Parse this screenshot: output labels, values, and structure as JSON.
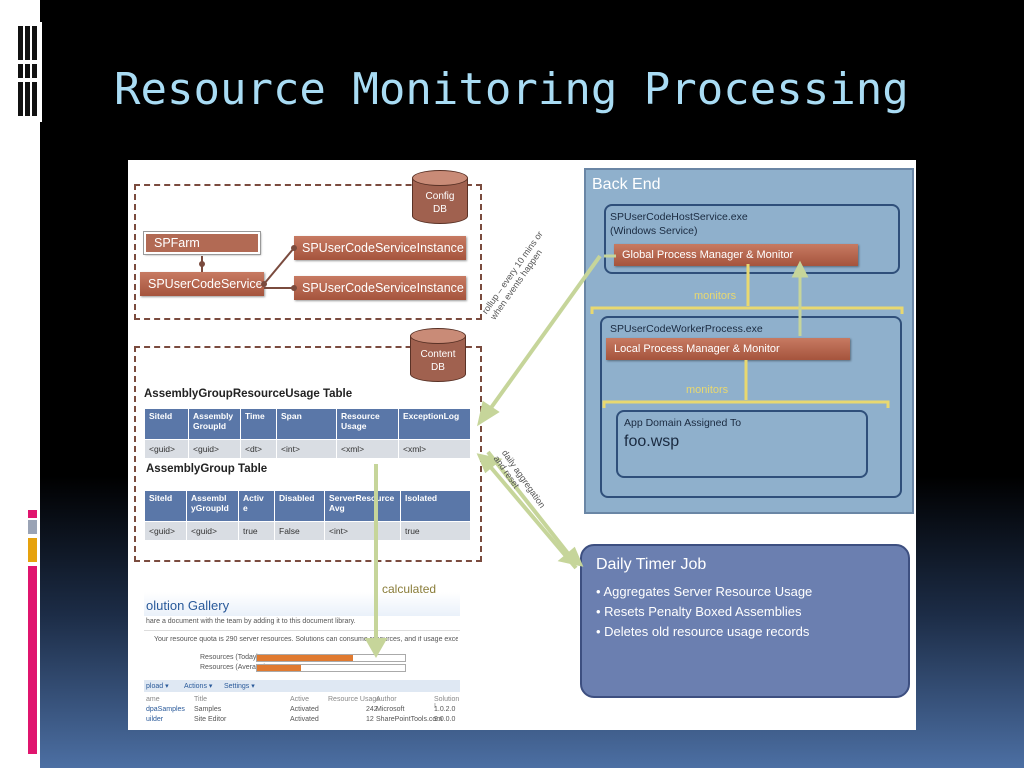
{
  "title": "Resource Monitoring Processing",
  "colors": {
    "accent_pink": "#e0156e",
    "accent_gold": "#e6a20e",
    "title": "#a9dcf4",
    "brick": "#a5543d",
    "blue": "#5a77a8"
  },
  "config": {
    "db_label_1": "Config",
    "db_label_2": "DB",
    "spfarm": "SPFarm",
    "service": "SPUserCodeService",
    "instance1": "SPUserCodeServiceInstance",
    "instance2": "SPUserCodeServiceInstance"
  },
  "content": {
    "db_label_1": "Content",
    "db_label_2": "DB",
    "table1": {
      "title": "AssemblyGroupResourceUsage Table",
      "headers": [
        "SiteId",
        "Assembly GroupId",
        "Time",
        "Span",
        "Resource Usage",
        "ExceptionLog"
      ],
      "row": [
        "<guid>",
        "<guid>",
        "<dt>",
        "<int>",
        "<xml>",
        "<xml>"
      ]
    },
    "table2": {
      "title": "AssemblyGroup Table",
      "headers": [
        "SiteId",
        "Assembl yGroupId",
        "Activ e",
        "Disabled",
        "ServerResource Avg",
        "Isolated"
      ],
      "row": [
        "<guid>",
        "<guid>",
        "true",
        "False",
        "<int>",
        "true"
      ]
    }
  },
  "arrows": {
    "rollup1": "rollup – every 10 mins or",
    "rollup2": "when events happen",
    "daily1": "daily aggregation",
    "daily2": "and reset",
    "calculated": "calculated"
  },
  "backend": {
    "title": "Back End",
    "host_line1": "SPUserCodeHostService.exe",
    "host_line2": "(Windows Service)",
    "global_pm": "Global Process Manager & Monitor",
    "monitors1": "monitors",
    "worker": "SPUserCodeWorkerProcess.exe",
    "local_pm": "Local Process Manager & Monitor",
    "monitors2": "monitors",
    "appdomain": "App Domain Assigned To",
    "wsp": "foo.wsp"
  },
  "timer": {
    "title": "Daily Timer Job",
    "items": [
      "Aggregates Server Resource Usage",
      "Resets Penalty Boxed Assemblies",
      "Deletes old resource usage records"
    ]
  },
  "gallery": {
    "title": "olution Gallery",
    "subtitle": "hare a document with the team by adding it to this document library.",
    "quota": "Your resource quota is 290 server resources. Solutions can consume resources, and if usage exceeds your quota, solutions m",
    "today_label": "Resources (Today)",
    "today_value": 0.65,
    "avg_label": "Resources (Average)",
    "avg_value": 0.3,
    "toolbar": [
      "pload ▾",
      "Actions ▾",
      "Settings ▾"
    ],
    "columns": [
      "ame",
      "Title",
      "Active",
      "Resource Usage",
      "Author",
      "Solution I"
    ],
    "rows": [
      [
        "dpaSamples",
        "Samples",
        "Activated",
        "242",
        "Microsoft",
        "1.0.2.0"
      ],
      [
        "uilder",
        "Site Editor",
        "Activated",
        "12",
        "SharePointTools.com",
        "9.0.0.0"
      ]
    ]
  }
}
